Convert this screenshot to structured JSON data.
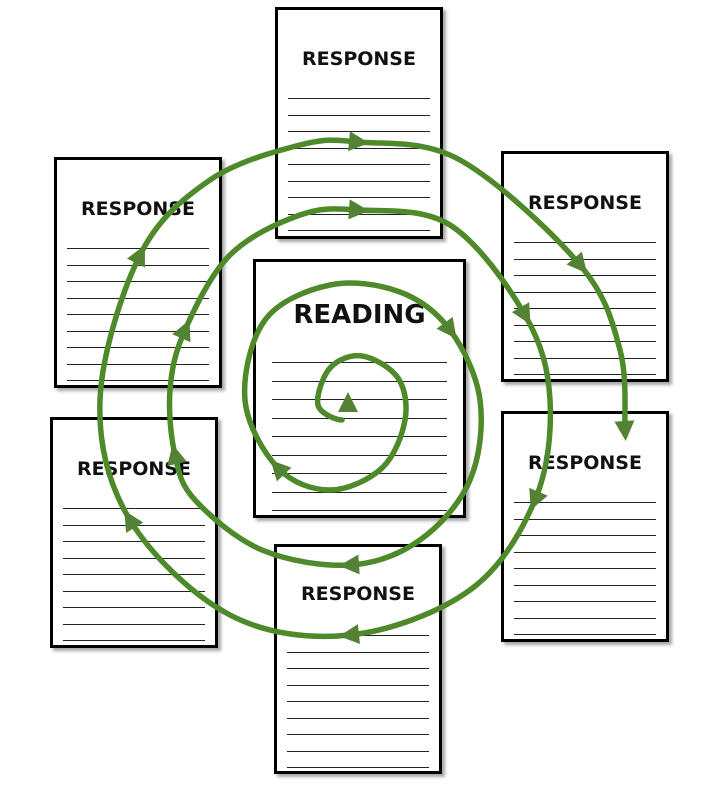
{
  "center": {
    "label": "READING"
  },
  "responses": [
    {
      "label": "RESPONSE"
    },
    {
      "label": "RESPONSE"
    },
    {
      "label": "RESPONSE"
    },
    {
      "label": "RESPONSE"
    },
    {
      "label": "RESPONSE"
    },
    {
      "label": "RESPONSE"
    }
  ],
  "colors": {
    "spiral": "#4e8a2a",
    "arrow": "#548235"
  }
}
